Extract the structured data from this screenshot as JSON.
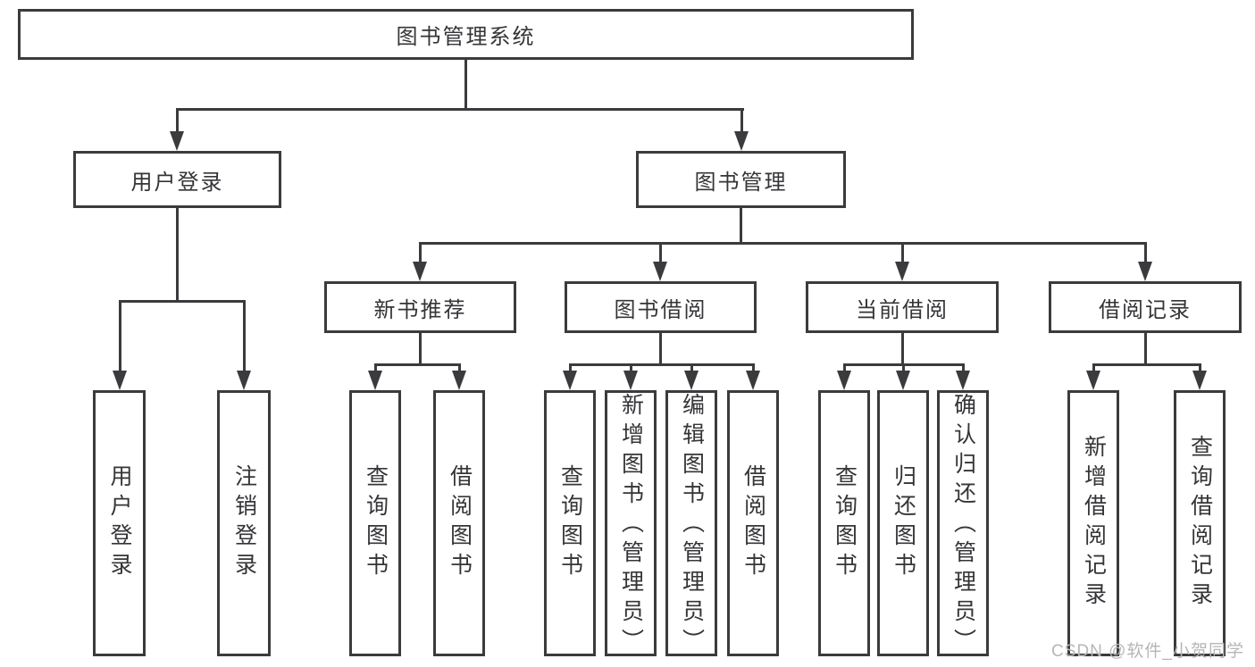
{
  "colors": {
    "line": "#3b3b3e",
    "text": "#353538",
    "watermark": "#b6b6b6",
    "background": "#ffffff"
  },
  "watermark": "CSDN @软件_小贺同学",
  "tree": {
    "root": "图书管理系统",
    "branches": [
      {
        "label": "用户登录",
        "children": [
          {
            "label": "用户登录"
          },
          {
            "label": "注销登录"
          }
        ]
      },
      {
        "label": "图书管理",
        "children": [
          {
            "label": "新书推荐",
            "children": [
              {
                "label": "查询图书"
              },
              {
                "label": "借阅图书"
              }
            ]
          },
          {
            "label": "图书借阅",
            "children": [
              {
                "label": "查询图书"
              },
              {
                "label": "新增图书（管理员）"
              },
              {
                "label": "编辑图书（管理员）"
              },
              {
                "label": "借阅图书"
              }
            ]
          },
          {
            "label": "当前借阅",
            "children": [
              {
                "label": "查询图书"
              },
              {
                "label": "归还图书"
              },
              {
                "label": "确认归还（管理员）"
              }
            ]
          },
          {
            "label": "借阅记录",
            "children": [
              {
                "label": "新增借阅记录"
              },
              {
                "label": "查询借阅记录"
              }
            ]
          }
        ]
      }
    ]
  }
}
